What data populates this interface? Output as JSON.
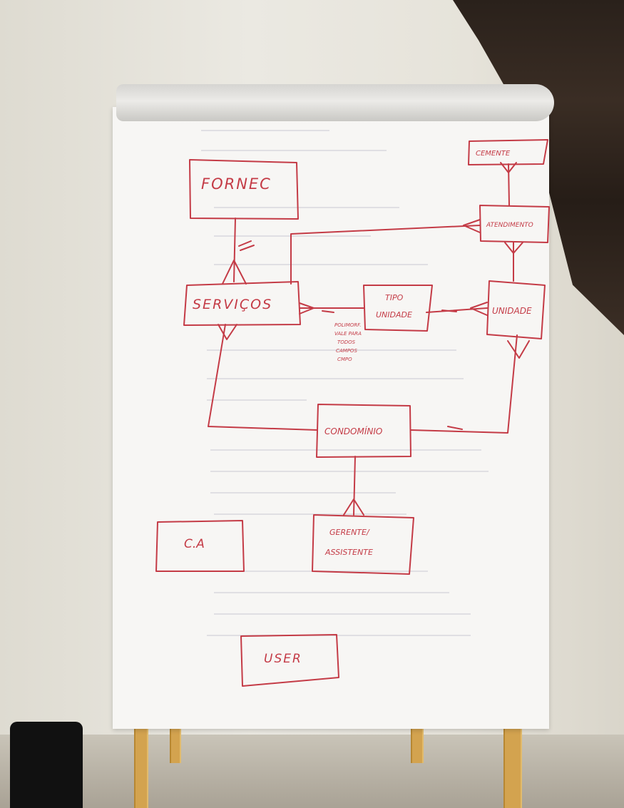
{
  "flipchart": {
    "entities": {
      "fornec": "FORNEC",
      "servicos": "SERVIÇOS",
      "tipo_unidade_line1": "TIPO",
      "tipo_unidade_line2": "UNIDADE",
      "unidade": "UNIDADE",
      "condominio": "CONDOMÍNIO",
      "gerente_line1": "GERENTE/",
      "gerente_line2": "ASSISTENTE",
      "ca": "C.A",
      "user": "USER",
      "atendimento": "ATENDIMENTO",
      "cemente": "CEMENTE"
    },
    "annotation": [
      "POLIMORF.",
      "VALE PARA",
      "TODOS",
      "CAMPOS",
      "CMPO"
    ],
    "colors": {
      "ink": "#c43b46",
      "paper": "#f7f6f4",
      "stand_wood": "#d3a34f"
    }
  }
}
